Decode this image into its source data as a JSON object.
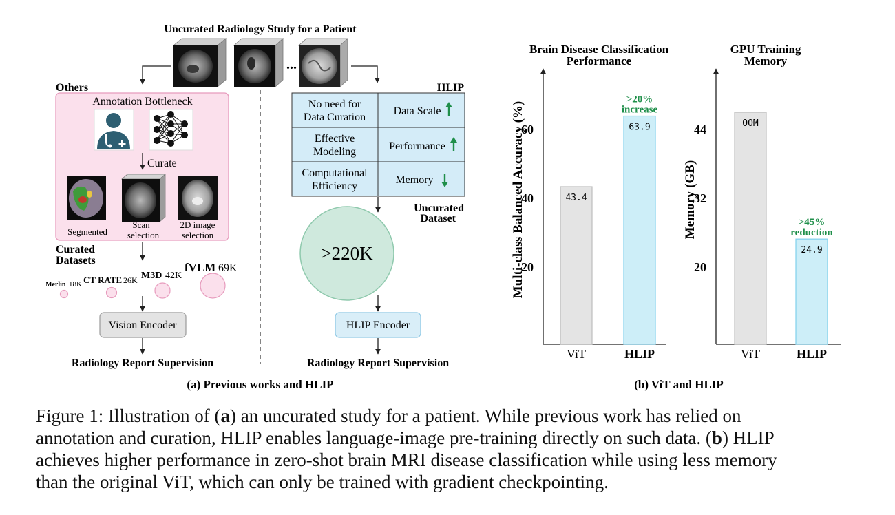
{
  "panel_a": {
    "study_title": "Uncurated Radiology Study for a Patient",
    "ellipsis": "...",
    "others_label": "Others",
    "bottleneck_title": "Annotation Bottleneck",
    "curate_label": "Curate",
    "thumbs": [
      {
        "label_lines": [
          "Segmented"
        ]
      },
      {
        "label_lines": [
          "Scan",
          "selection"
        ]
      },
      {
        "label_lines": [
          "2D image",
          "selection"
        ]
      }
    ],
    "curated_label_lines": [
      "Curated",
      "Datasets"
    ],
    "datasets": [
      {
        "name": "Merlin",
        "count": "18K"
      },
      {
        "name": "CT RATE",
        "count": "26K"
      },
      {
        "name": "M3D",
        "count": "42K"
      },
      {
        "name": "fVLM",
        "count": "69K"
      }
    ],
    "vision_encoder": "Vision Encoder",
    "left_supervision": "Radiology Report Supervision",
    "hlip_label": "HLIP",
    "table_rows": [
      {
        "left_lines": [
          "No need for",
          "Data Curation"
        ],
        "right": "Data Scale",
        "arrow": "up"
      },
      {
        "left_lines": [
          "Effective",
          "Modeling"
        ],
        "right": "Performance",
        "arrow": "up"
      },
      {
        "left_lines": [
          "Computational",
          "Efficiency"
        ],
        "right": "Memory",
        "arrow": "down"
      }
    ],
    "uncurated_dataset_lines": [
      "Uncurated",
      "Dataset"
    ],
    "dataset_size": ">220K",
    "hlip_encoder": "HLIP Encoder",
    "right_supervision": "Radiology Report Supervision",
    "subcaption": "(a) Previous works and HLIP"
  },
  "panel_b": {
    "subcaption": "(b) ViT and HLIP"
  },
  "chart_data": [
    {
      "type": "bar",
      "title": "Brain Disease Classification Performance",
      "ylabel": "Multi-class Balanced Accuracy (%)",
      "categories": [
        "ViT",
        "HLIP"
      ],
      "values": [
        43.4,
        63.9
      ],
      "value_labels": [
        "43.4",
        "63.9"
      ],
      "yticks": [
        20,
        40,
        60
      ],
      "annotation": ">20% increase",
      "colors": [
        "#e4e4e4",
        "#cdeef8"
      ]
    },
    {
      "type": "bar",
      "title": "GPU Training Memory",
      "ylabel": "Memory (GB)",
      "categories": [
        "ViT",
        "HLIP"
      ],
      "values": [
        47,
        24.9
      ],
      "value_labels": [
        "OOM",
        "24.9"
      ],
      "yticks": [
        20,
        32,
        44
      ],
      "annotation": ">45% reduction",
      "colors": [
        "#e4e4e4",
        "#cdeef8"
      ]
    }
  ],
  "caption": {
    "lines": [
      [
        "Figure 1: Illustration of (",
        "a",
        ") an uncurated study for a patient. While previous work has relied on"
      ],
      [
        "annotation and curation, HLIP enables language-image pre-training directly on such data. (",
        "b",
        ") HLIP"
      ],
      [
        "achieves higher performance in zero-shot brain MRI disease classification while using less memory"
      ],
      [
        "than the original ViT, which can only be trained with gradient checkpointing."
      ]
    ]
  },
  "colors": {
    "pink_fill": "#fbe0ec",
    "pink_stroke": "#e79bbd",
    "table_fill": "#d4ecf8",
    "circle_fill": "#cfe9dd",
    "circle_stroke": "#8fc9ad",
    "encoder_gray": "#e3e3e3",
    "encoder_blue": "#d9eef8",
    "icon_teal": "#2e5f72",
    "green": "#1f8f4a"
  }
}
